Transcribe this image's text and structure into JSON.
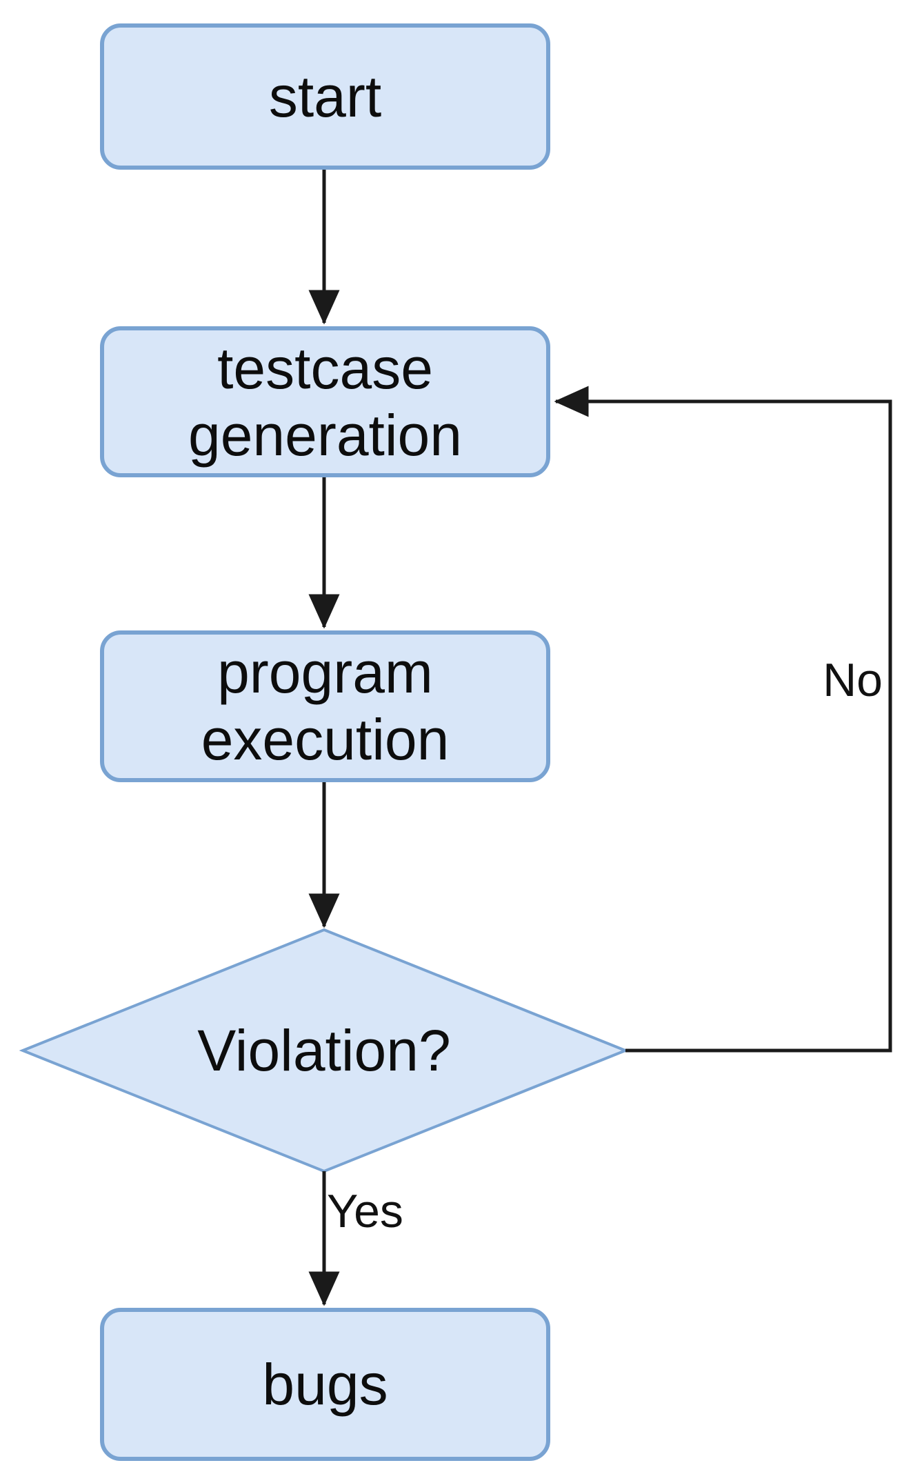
{
  "diagram": {
    "type": "flowchart",
    "nodes": {
      "start": {
        "label": "start",
        "shape": "rounded-rect"
      },
      "testcase": {
        "label": "testcase generation",
        "shape": "rounded-rect"
      },
      "program": {
        "label": "program execution",
        "shape": "rounded-rect"
      },
      "violation": {
        "label": "Violation?",
        "shape": "diamond"
      },
      "bugs": {
        "label": "bugs",
        "shape": "rounded-rect"
      }
    },
    "edges": {
      "start_to_testcase": {
        "from": "start",
        "to": "testcase",
        "label": ""
      },
      "testcase_to_program": {
        "from": "testcase",
        "to": "program",
        "label": ""
      },
      "program_to_violation": {
        "from": "program",
        "to": "violation",
        "label": ""
      },
      "violation_to_bugs": {
        "from": "violation",
        "to": "bugs",
        "label": "Yes"
      },
      "violation_to_testcase_loop": {
        "from": "violation",
        "to": "testcase",
        "label": "No"
      }
    },
    "colors": {
      "node_fill": "#d8e6f8",
      "node_border": "#79a3d2",
      "arrow": "#1a1a1a",
      "text": "#0d0d0d",
      "background": "#ffffff"
    }
  }
}
